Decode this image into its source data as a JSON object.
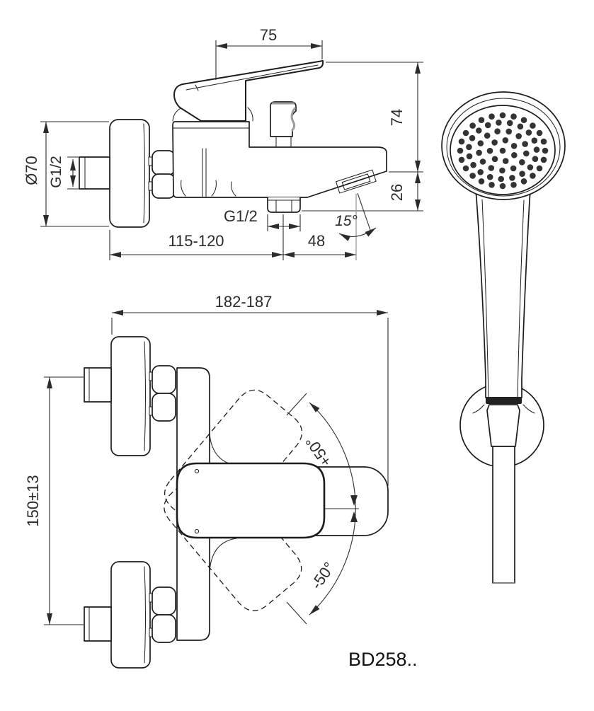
{
  "drawing": {
    "product_code": "BD258..",
    "side_view": {
      "dim_lever_width": "75",
      "dim_height_above": "74",
      "dim_spout_drop": "26",
      "dim_flange_diameter": "Ø70",
      "dim_inlet_thread": "G1/2",
      "dim_outlet_thread": "G1/2",
      "dim_spout_angle": "15°",
      "dim_wall_to_outlet": "115-120",
      "dim_outlet_to_tip": "48"
    },
    "front_view": {
      "dim_total_width": "182-187",
      "dim_inlet_centers": "150±13",
      "dim_swing_up": "+50°",
      "dim_swing_down": "-50°"
    },
    "colors": {
      "line": "#1c1c1c",
      "dim": "#2b2b2b",
      "soft": "#9b9b9b",
      "dot": "#333333",
      "bg": "#ffffff"
    }
  }
}
